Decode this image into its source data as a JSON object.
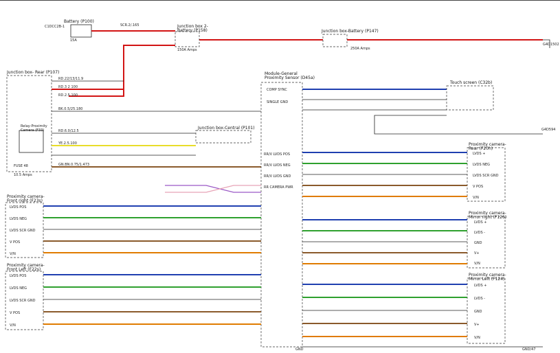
{
  "components": {
    "battery": {
      "title": "Battery (P100)",
      "connector": "C1DCC2B-1",
      "fuse": "15A"
    },
    "junction_box_2": {
      "title": "Junction box 2-\nBattery (P158)",
      "rating": "150A Amps"
    },
    "junction_box_battery": {
      "title": "Junction box-Battery (P147)",
      "rating": "250A Amps"
    },
    "junction_box_rear": {
      "title": "Junction box- Rear (P107)"
    },
    "junction_box_central": {
      "title": "Junction box-Central (P101)"
    },
    "module_general": {
      "title": "Module-General\nProximity Sensor (D45a)"
    },
    "touch_screen": {
      "title": "Touch screen (C32b)"
    },
    "relay": {
      "title": "Relay-Proximity\nCamera (F33)"
    },
    "fuse_48": {
      "title": "FUSE 48",
      "rating": "10.5 Amps"
    },
    "cam_rear": {
      "title": "Proximity camera-\nRear (F20h)"
    },
    "cam_right_front": {
      "title": "Proximity camera-\nFront right (F23s)"
    },
    "cam_left_front": {
      "title": "Proximity camera-\nFront Left (F22s)"
    },
    "cam_mirror_right": {
      "title": "Proximity camera-\nMirror right (F126)"
    },
    "cam_mirror_left": {
      "title": "Proximity camera-\nMirror Left (F124)"
    }
  },
  "pins": {
    "cam_rear": [
      "LVDS +",
      "LVDS NEG",
      "LVDS SCR GND",
      "V POS",
      "V/N"
    ],
    "cam_front": [
      "LVDS POS",
      "LVDS NEG",
      "LVDS SCR GND",
      "V POS",
      "V/N"
    ],
    "cam_mirror": [
      "LVDS +",
      "LVDS -",
      "GND",
      "V+",
      "V/N"
    ],
    "module": [
      "RR/V LVDS POS",
      "RR/V LVDS NEG",
      "RR/V LVDS GND",
      "RR CAMERA PWR"
    ]
  },
  "wire_labels": {
    "battery_out": "SCR.2/.165",
    "rear_1": "RD.22/13/11.9",
    "rear_2": "RD.3 2 100",
    "rear_3": "RD.2.5.100",
    "rear_4": "BK.0.5/25.180",
    "rear_5": "RD.6.0/12.5",
    "rear_6": "YE.2.5.100",
    "rear_7": "GN.BN.0.75/1.473",
    "comp_sync": "COMP SYNC",
    "single_gnd": "SINGLE GND",
    "gnd_left": "GND",
    "gnd_right": "GND/47",
    "gnd_top": "G4D1502",
    "gnd_mid": "G4D594"
  },
  "blu": "#1f3fb0",
  "grn": "#2ea02e",
  "org": "#e07b00",
  "red": "#d21414",
  "brn": "#8a5a2b"
}
